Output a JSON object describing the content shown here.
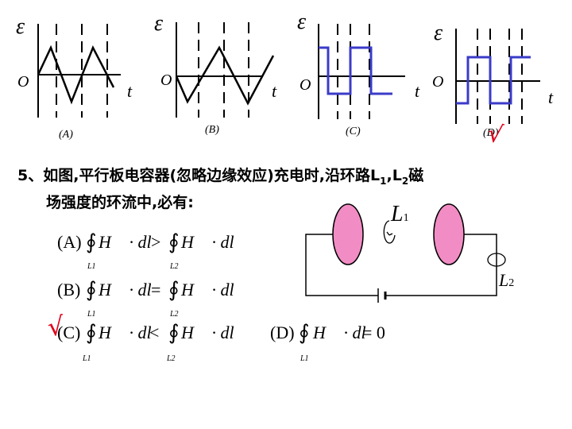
{
  "graphs": [
    {
      "id": "A",
      "axis_symbol": "ε",
      "origin_label": "O",
      "time_label": "t",
      "caption": "(A)",
      "waveform": "triangle",
      "color": "#000000"
    },
    {
      "id": "B",
      "axis_symbol": "ε",
      "origin_label": "O",
      "time_label": "t",
      "caption": "(B)",
      "waveform": "triangle",
      "color": "#000000"
    },
    {
      "id": "C",
      "axis_symbol": "ε",
      "origin_label": "O",
      "time_label": "t",
      "caption": "(C)",
      "waveform": "square",
      "color": "#3b3bc8"
    },
    {
      "id": "D",
      "axis_symbol": "ε",
      "origin_label": "O",
      "time_label": "t",
      "caption": "(D)",
      "waveform": "square",
      "color": "#3b3bc8",
      "marked_correct": true
    }
  ],
  "question": {
    "line1": "5、如图,平行板电容器(忽略边缘效应)充电时,沿环路L",
    "sub1": "1",
    "mid": ",L",
    "sub2": "2",
    "tail": "磁",
    "line2": "场强度的环流中,必有:"
  },
  "options": [
    {
      "label": "(A)",
      "relation": ">",
      "left_path": "L1",
      "right_path": "L2"
    },
    {
      "label": "(B)",
      "relation": "=",
      "left_path": "L1",
      "right_path": "L2"
    },
    {
      "label": "(C)",
      "relation": "<",
      "left_path": "L1",
      "right_path": "L2",
      "marked_correct": true
    },
    {
      "label": "(D)",
      "relation": "= 0",
      "left_path": "L1"
    }
  ],
  "circuit": {
    "loop1_label": "L",
    "loop1_sub": "1",
    "loop2_label": "L",
    "loop2_sub": "2",
    "plate_color": "#f28cc4"
  },
  "check_mark": "√",
  "colors": {
    "check": "#e0001a",
    "wave_blue": "#3b3bc8",
    "plate": "#f28cc4"
  }
}
